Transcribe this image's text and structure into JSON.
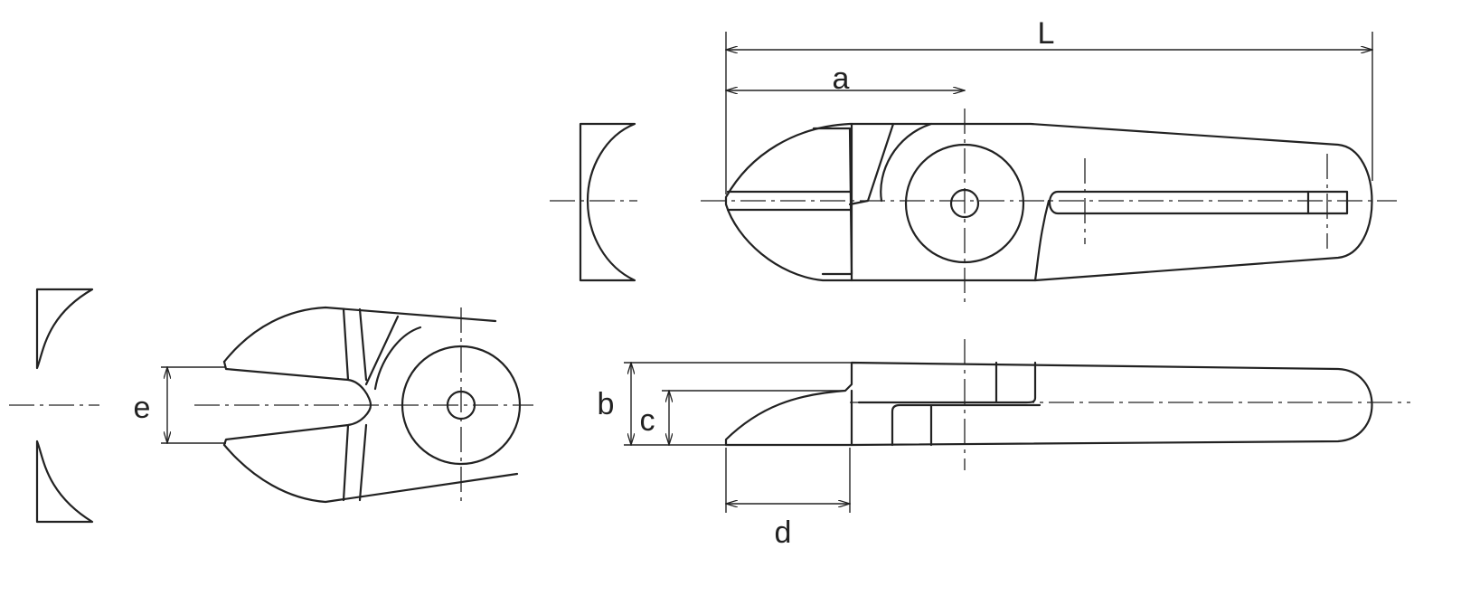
{
  "diagram": {
    "type": "technical drawing of cutter blade (three views with dimensions)",
    "dimension_labels": {
      "L": "L",
      "a": "a",
      "b": "b",
      "c": "c",
      "d": "d",
      "e": "e"
    },
    "line_color": "#222222",
    "background": "#ffffff"
  }
}
